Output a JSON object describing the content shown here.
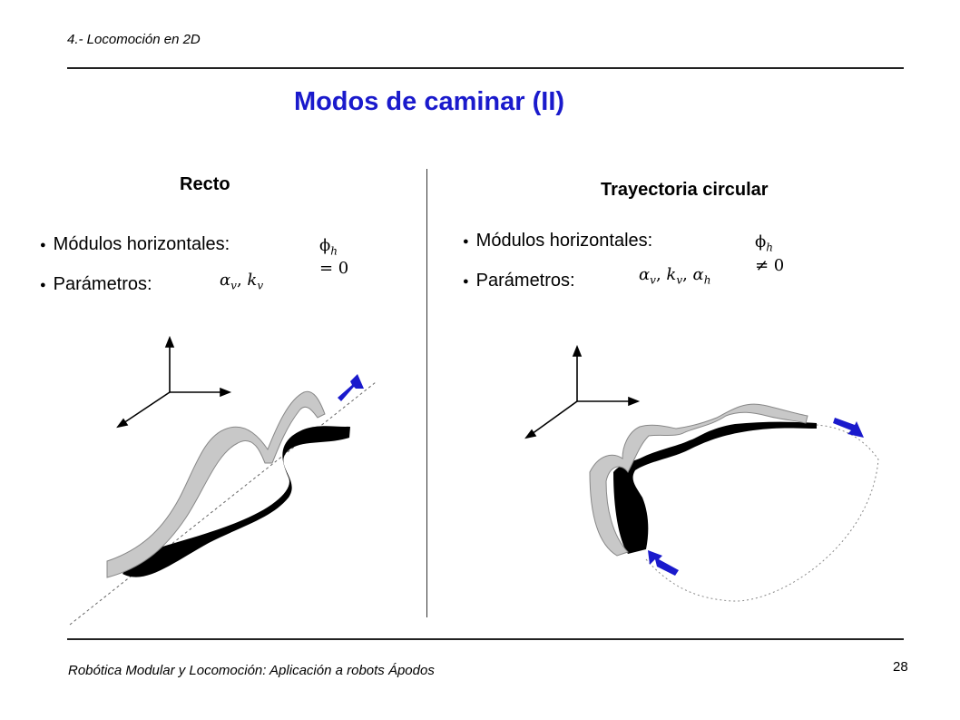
{
  "header": {
    "section": "4.- Locomoción en 2D"
  },
  "title": "Modos de caminar (II)",
  "left": {
    "heading": "Recto",
    "bullet1_label": "Módulos horizontales:",
    "bullet1_math_line1": "ϕ",
    "bullet1_math_sub": "h",
    "bullet1_math_line2": "= 0",
    "bullet2_label": "Parámetros:",
    "bullet2_math": "α_v, k_v"
  },
  "right": {
    "heading": "Trayectoria circular",
    "bullet1_label": "Módulos horizontales:",
    "bullet1_math_line1": "ϕ",
    "bullet1_math_sub": "h",
    "bullet1_math_line2": "≠ 0",
    "bullet2_label": "Parámetros:",
    "bullet2_math": "α_v, k_v, α_h"
  },
  "footer": {
    "text": "Robótica Modular y Locomoción: Aplicación a robots Ápodos",
    "page": "28"
  },
  "colors": {
    "title": "#1a1acc",
    "arrow": "#1a1acc",
    "robot_light": "#c8c8c8",
    "robot_dark": "#000000"
  },
  "icons": [
    "axes-icon",
    "direction-arrow-icon"
  ]
}
